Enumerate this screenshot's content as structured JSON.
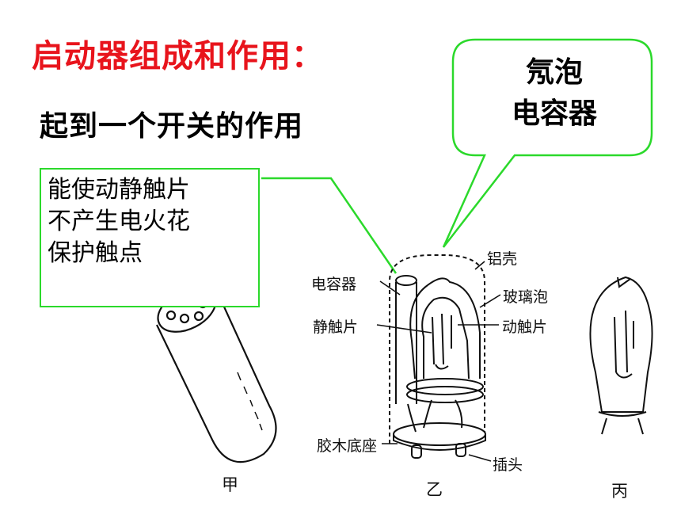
{
  "title": "启动器组成和作用：",
  "subtitle": "起到一个开关的作用",
  "callout_left": {
    "lines": [
      "能使动静触片",
      "不产生电火花",
      "保护触点"
    ]
  },
  "callout_right": {
    "lines": [
      "氖泡",
      "电容器"
    ]
  },
  "labels": {
    "aluminum_shell": "铝壳",
    "capacitor": "电容器",
    "glass_bulb": "玻璃泡",
    "static_contact": "静触片",
    "moving_contact": "动触片",
    "bakelite_base": "胶木底座",
    "plug": "插头"
  },
  "captions": {
    "a": "甲",
    "b": "乙",
    "c": "丙"
  },
  "colors": {
    "title": "#e8141c",
    "callout_border": "#2bd92b"
  }
}
